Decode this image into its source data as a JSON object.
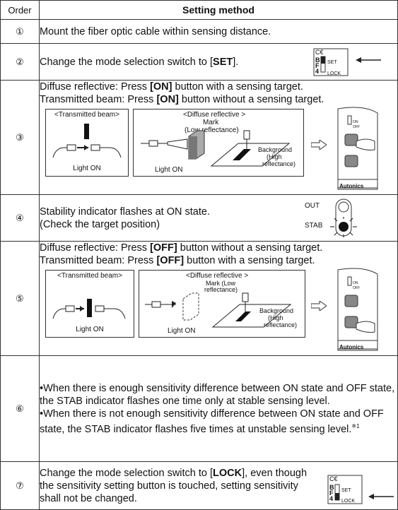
{
  "header": {
    "order": "Order",
    "method": "Setting method"
  },
  "steps": [
    {
      "num": "①",
      "text": "Mount the fiber optic cable within sensing distance."
    },
    {
      "num": "②",
      "pre": "Change the mode selection switch to [",
      "bold": "SET",
      "post": "].",
      "switch": {
        "ce": "C€",
        "b": "B",
        "f": "F",
        "four": "4",
        "set": "SET",
        "lock": "LOCK"
      }
    },
    {
      "num": "③",
      "line1_pre": "Diffuse reflective: Press ",
      "line1_bold": "[ON]",
      "line1_post": " button with a sensing target.",
      "line2_pre": "Transmitted beam: Press ",
      "line2_bold": "[ON]",
      "line2_post": " button without a sensing target.",
      "fig_tb_title": "<Transmitted beam>",
      "fig_tb_light": "Light ON",
      "fig_dr_title": "<Diffuse reflective >",
      "fig_dr_mark": "Mark",
      "fig_dr_mark2": "(Low reflectance)",
      "fig_dr_bg1": "Background",
      "fig_dr_bg2": "(High",
      "fig_dr_bg3": "reflectance)",
      "fig_dr_light": "Light ON",
      "panel": {
        "on": "ON",
        "off": "OFF",
        "brand": "Autonics"
      }
    },
    {
      "num": "④",
      "line1": "Stability indicator flashes at ON state.",
      "line2": "(Check the target position)",
      "out": "OUT",
      "stab": "STAB"
    },
    {
      "num": "⑤",
      "line1_pre": "Diffuse reflective: Press ",
      "line1_bold": "[OFF]",
      "line1_post": " button without a sensing target.",
      "line2_pre": "Transmitted beam: Press ",
      "line2_bold": "[OFF]",
      "line2_post": " button with a sensing target.",
      "fig_tb_title": "<Transmitted beam>",
      "fig_tb_light": "Light ON",
      "fig_dr_title": "<Diffuse reflective >",
      "fig_dr_mark": "Mark (Low",
      "fig_dr_mark2": "reflectance)",
      "fig_dr_bg1": "Background",
      "fig_dr_bg2": "(High",
      "fig_dr_bg3": "reflectance)",
      "fig_dr_light": "Light ON"
    },
    {
      "num": "⑥",
      "p1": "•When there is enough sensitivity difference between ON state and OFF state, the STAB indicator flashes one time only at stable sensing level.",
      "p2": "•When there is not enough sensitivity difference between ON state and OFF state, the STAB indicator flashes five times at unstable sensing level.",
      "note": "※1"
    },
    {
      "num": "⑦",
      "pre": "Change the mode selection switch to [",
      "bold": "LOCK",
      "post": "], even though the sensitivity setting button is touched, setting sensitivity shall not be changed."
    }
  ]
}
